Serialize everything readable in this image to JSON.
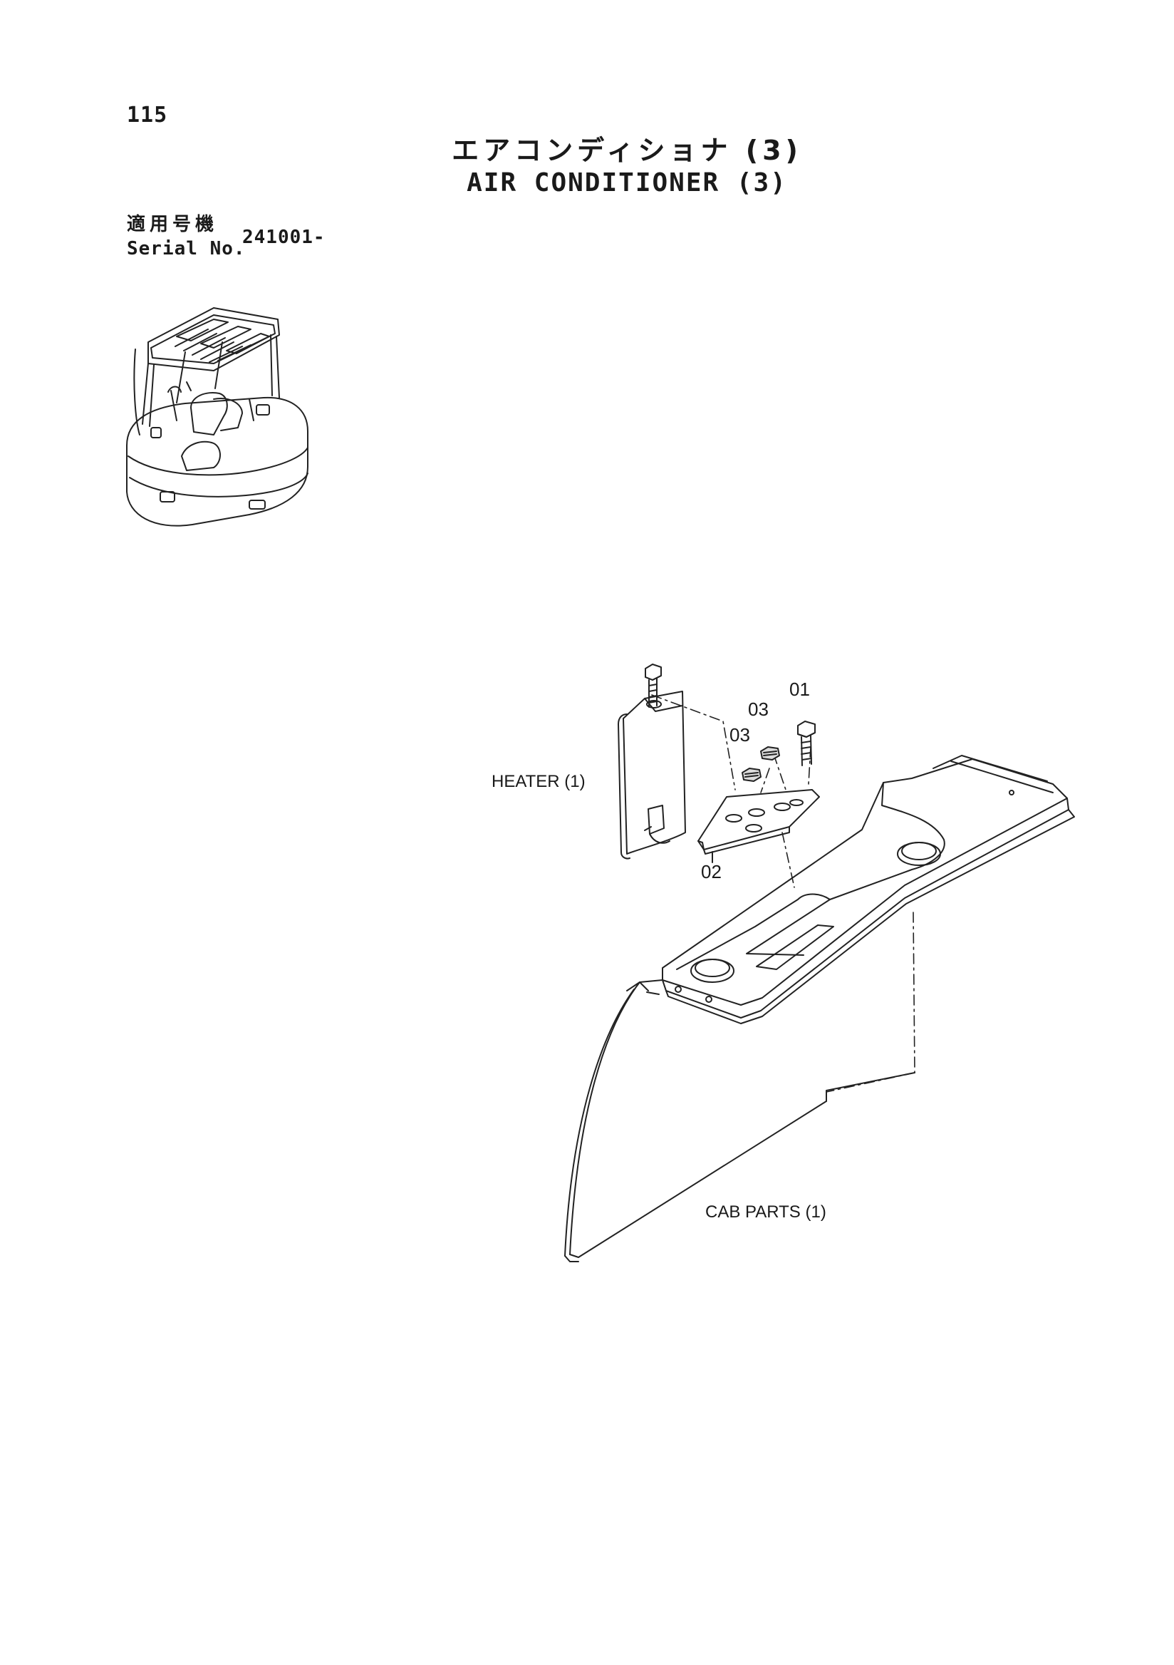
{
  "header": {
    "page_number": "115",
    "title_jp": "エアコンディショナ (3)",
    "title_en": "AIR CONDITIONER (3)"
  },
  "serial": {
    "label_jp": "適用号機",
    "label_en": "Serial No.",
    "value": "241001-"
  },
  "diagram": {
    "callouts": {
      "p01": "01",
      "p02": "02",
      "p03a": "03",
      "p03b": "03"
    },
    "labels": {
      "heater": "HEATER (1)",
      "cab_parts": "CAB PARTS (1)"
    }
  }
}
